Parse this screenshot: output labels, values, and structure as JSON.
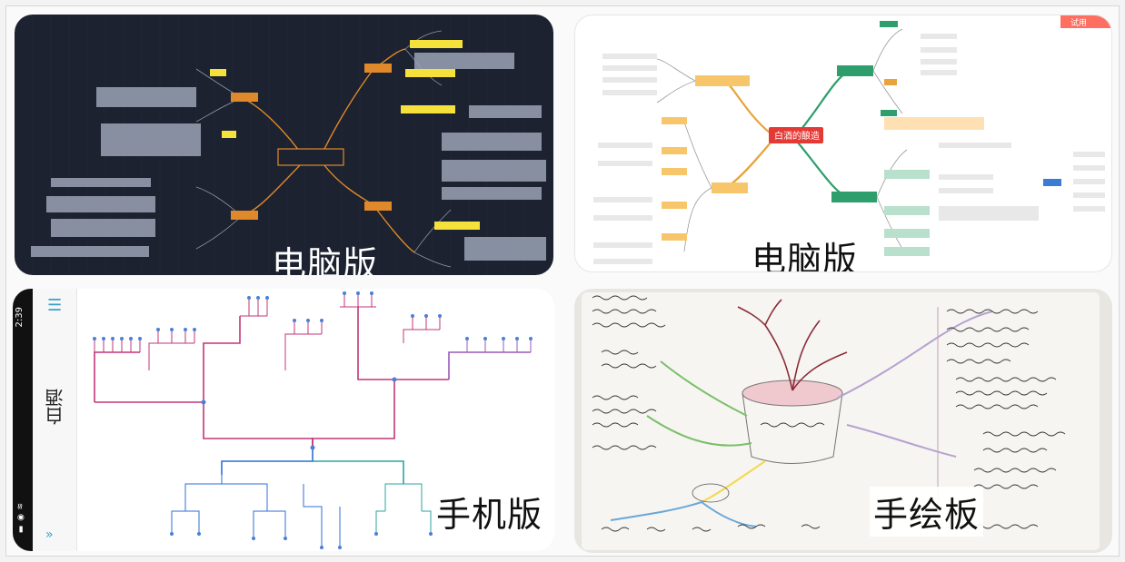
{
  "panels": {
    "desktop_dark": {
      "label": "电脑版"
    },
    "desktop_light": {
      "label": "电脑版",
      "center_topic": "白酒的酿造",
      "tab": "试用"
    },
    "mobile": {
      "label": "手机版",
      "title": "白酒",
      "time": "2:39"
    },
    "handdrawn": {
      "label": "手绘板"
    }
  },
  "colors": {
    "dark_bg": "#1c2230",
    "node_yellow": "#f5e13b",
    "node_orange": "#f29a2e",
    "center_red": "#e53935",
    "branch_green": "#2e9e6d",
    "branch_blue": "#3a7bd5",
    "mobile_pink": "#c2357a",
    "mobile_blue": "#2d6fd6",
    "mobile_teal": "#2aa6a0"
  }
}
